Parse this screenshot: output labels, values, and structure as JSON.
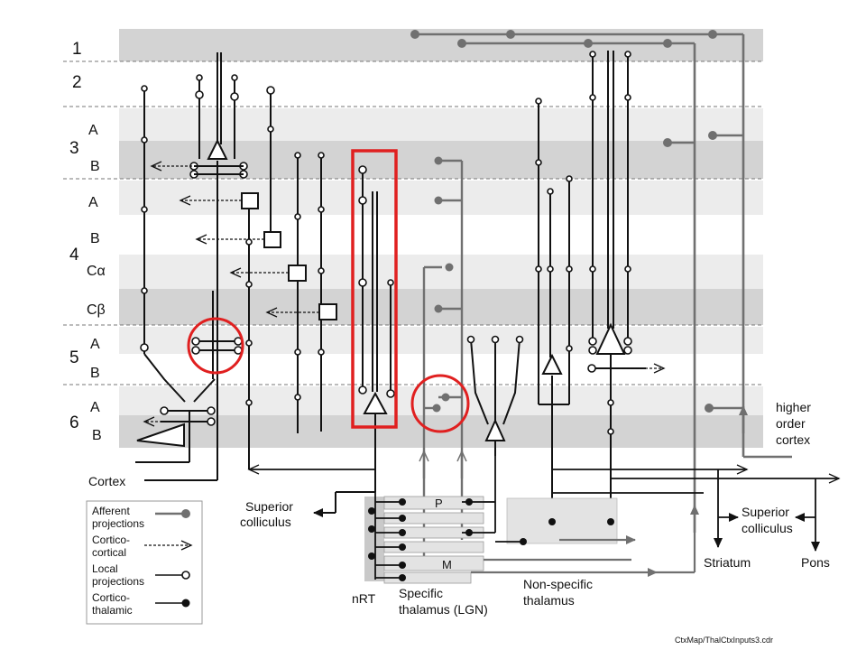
{
  "layers": [
    {
      "name": "1",
      "sublayers": []
    },
    {
      "name": "2",
      "sublayers": []
    },
    {
      "name": "3",
      "sublayers": [
        "A",
        "B"
      ]
    },
    {
      "name": "4",
      "sublayers": [
        "A",
        "B",
        "Cα",
        "Cβ"
      ]
    },
    {
      "name": "5",
      "sublayers": [
        "A",
        "B"
      ]
    },
    {
      "name": "6",
      "sublayers": [
        "A",
        "B"
      ]
    }
  ],
  "labels": {
    "cortex": "Cortex",
    "superior_colliculus_left": [
      "Superior",
      "colliculus"
    ],
    "superior_colliculus_right": [
      "Superior",
      "colliculus"
    ],
    "higher_order_cortex": [
      "higher",
      "order",
      "cortex"
    ],
    "striatum": "Striatum",
    "pons": "Pons",
    "nrt": "nRT",
    "specific_thalamus": [
      "Specific",
      "thalamus (LGN)"
    ],
    "non_specific_thalamus": [
      "Non-specific",
      "thalamus"
    ],
    "lgn_p": "P",
    "lgn_m": "M",
    "credit": "CtxMap/ThalCtxInputs3.cdr"
  },
  "legend": [
    {
      "label": [
        "Afferent",
        "projections"
      ],
      "symbol": "afferent"
    },
    {
      "label": [
        "Cortico-",
        "cortical"
      ],
      "symbol": "cortico-cortical"
    },
    {
      "label": [
        "Local",
        "projections"
      ],
      "symbol": "local"
    },
    {
      "label": [
        "Cortico-",
        "thalamic"
      ],
      "symbol": "cortico-thalamic"
    }
  ],
  "colors": {
    "band_dark": "#d3d3d3",
    "band_light": "#ececec",
    "afferent": "#707070",
    "highlight": "#e02020",
    "line": "#111111"
  }
}
